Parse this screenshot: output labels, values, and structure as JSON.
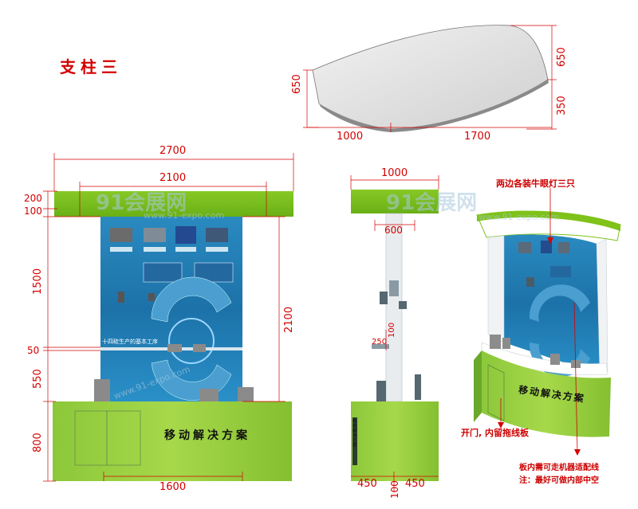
{
  "title": "支柱三",
  "top_plan": {
    "dims": {
      "left_depth": "650",
      "right_top": "650",
      "right_bottom": "350",
      "width_left": "1000",
      "width_right": "1700"
    }
  },
  "front_elevation": {
    "dims": {
      "overall_width": "2700",
      "top_width": "2100",
      "roof_height": "200",
      "roof_gap": "100",
      "panel_height": "1500",
      "panel_total_height": "2100",
      "shelf_height": "50",
      "lower_panel_height": "550",
      "counter_height": "800",
      "counter_width": "1600"
    },
    "counter_label": "移动解决方案",
    "panel_heading": "十四硅生产的基本工序"
  },
  "side_elevation": {
    "dims": {
      "top_width": "1000",
      "column_width": "600",
      "small_250": "250",
      "small_100": "100",
      "bottom_left": "450",
      "bottom_center": "100",
      "bottom_right": "450"
    },
    "counter_label": "移动解决方案"
  },
  "perspective": {
    "notes": {
      "lamps": "两边各装牛眼灯三只",
      "door": "开门, 内留拖线板",
      "wiring_1": "板内需可走机器适配线",
      "wiring_2": "注：最好可做内部中空"
    },
    "counter_label": "移动解决方案"
  },
  "watermark": {
    "brand": "91会展网",
    "url": "www.91-expo.com"
  },
  "colors": {
    "dimension_red": "#d40000",
    "roof_green": "#7ec21a",
    "counter_green": "#9cd23a",
    "panel_blue": "#1f7fb4",
    "wheel_blue": "#4a9fd0"
  }
}
